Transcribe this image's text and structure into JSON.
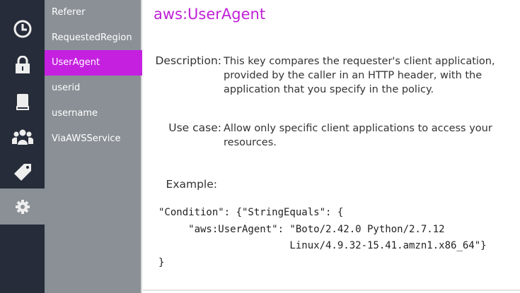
{
  "rail": {
    "icons": [
      "clock-icon",
      "lock-icon",
      "book-icon",
      "users-icon",
      "tag-icon",
      "gear-icon"
    ],
    "active": "gear-icon"
  },
  "list": {
    "items": [
      "Referer",
      "RequestedRegion",
      "UserAgent",
      "userid",
      "username",
      "ViaAWSService"
    ],
    "active": "UserAgent"
  },
  "detail": {
    "title": "aws:UserAgent",
    "description_label": "Description:",
    "description": "This key compares the requester's client application, provided by the caller in an HTTP header, with the application that you specify in the policy.",
    "usecase_label": "Use case:",
    "usecase": "Allow only specific client applications to access your resources.",
    "example_label": "Example:",
    "example_code": "\"Condition\": {\"StringEquals\": {\n     \"aws:UserAgent\": \"Boto/2.42.0 Python/2.7.12\n                      Linux/4.9.32-15.41.amzn1.x86_64\"}\n}"
  },
  "colors": {
    "accent": "#c520e0",
    "rail": "#262c39",
    "list": "#8a9096"
  }
}
